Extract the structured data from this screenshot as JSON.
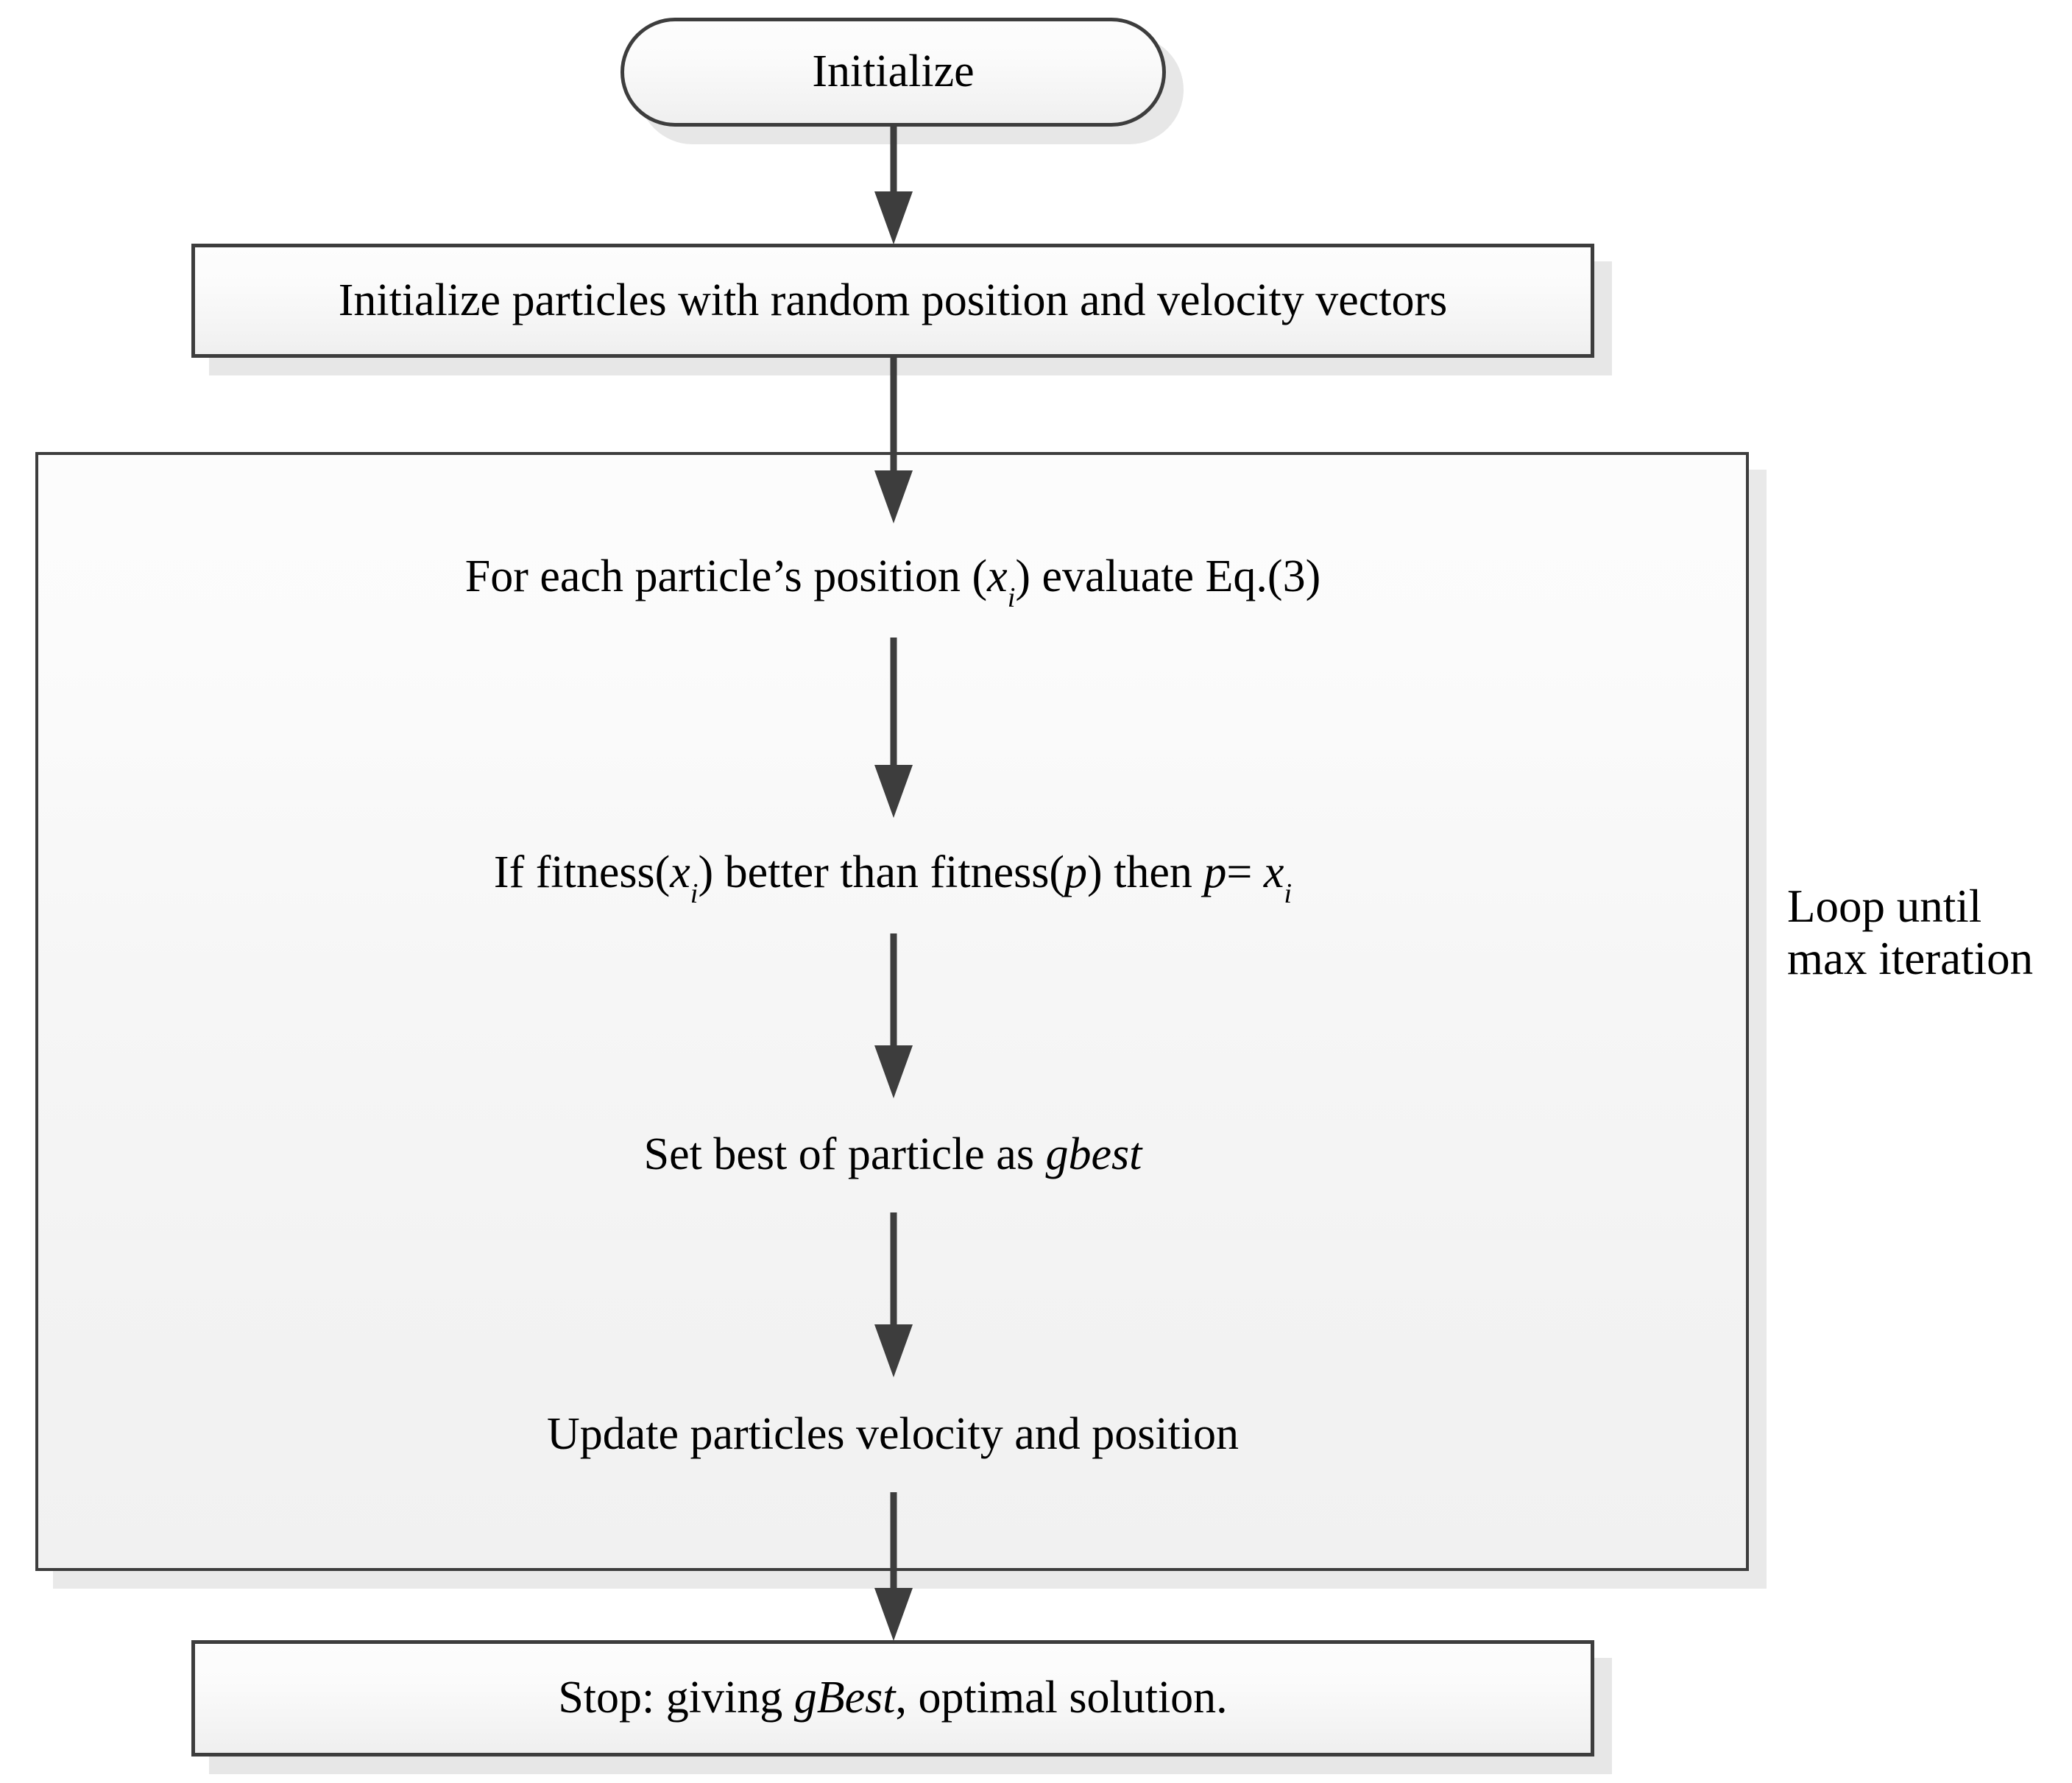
{
  "diagram": {
    "title": "Particle Swarm Optimization flowchart",
    "colors": {
      "node_border": "#3d3d3d",
      "node_fill_top": "#fdfdfd",
      "node_fill_bottom": "#efefef",
      "arrow": "#3d3d3d",
      "shadow": "#e7e7e7",
      "loop_fill": "#f3f3f3",
      "text": "#000000",
      "page_background": "#ffffff"
    },
    "nodes": [
      {
        "id": "start",
        "shape": "pill",
        "label": "Initialize"
      },
      {
        "id": "init-particles",
        "shape": "rect",
        "label": "Initialize particles with random position and velocity vectors"
      },
      {
        "id": "evaluate",
        "shape": "rect",
        "label_parts": {
          "pre": "For each particle’s position (",
          "var": "x",
          "sub": "i",
          "post": ") evaluate  Eq.(3)"
        },
        "label_plain": "For each particle’s position (xi) evaluate  Eq.(3)"
      },
      {
        "id": "fitness-compare",
        "shape": "rect",
        "label_parts": {
          "p1": "If  fitness(",
          "v1": "x",
          "s1": "i",
          "p2": ") better than fitness(",
          "v2": "p",
          "p3": ") then ",
          "v3": "p",
          "p4": "= ",
          "v4": "x",
          "s2": "i"
        },
        "label_plain": "If  fitness(xi) better than fitness(p) then p= xi"
      },
      {
        "id": "set-gbest",
        "shape": "rect",
        "label_parts": {
          "pre": "Set best of particle as ",
          "em": "gbest"
        },
        "label_plain": "Set best of particle as gbest"
      },
      {
        "id": "update",
        "shape": "rect",
        "label": "Update particles velocity and position"
      },
      {
        "id": "stop",
        "shape": "rect",
        "label_parts": {
          "pre": "Stop: giving ",
          "em": "gBest",
          "post": ", optimal solution."
        },
        "label_plain": "Stop: giving gBest, optimal solution."
      }
    ],
    "loop_container": {
      "label": "Loop until\nmax iteration",
      "label_line1": "Loop until",
      "label_line2": "max iteration"
    },
    "edges": [
      {
        "from": "start",
        "to": "init-particles"
      },
      {
        "from": "init-particles",
        "to": "evaluate"
      },
      {
        "from": "evaluate",
        "to": "fitness-compare"
      },
      {
        "from": "fitness-compare",
        "to": "set-gbest"
      },
      {
        "from": "set-gbest",
        "to": "update"
      },
      {
        "from": "update",
        "to": "stop"
      }
    ]
  }
}
